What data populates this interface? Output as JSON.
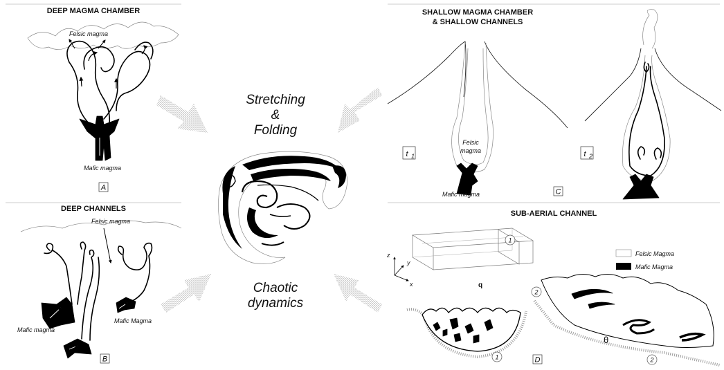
{
  "panels": {
    "a": {
      "title": "DEEP MAGMA CHAMBER",
      "felsic_label": "Felsic magma",
      "mafic_label": "Mafic magma",
      "letter": "A"
    },
    "b": {
      "title": "DEEP CHANNELS",
      "felsic_label": "Felsic magma",
      "mafic_label_left": "Mafic magma",
      "mafic_label_right": "Mafic Magma",
      "letter": "B"
    },
    "c": {
      "title_line1": "SHALLOW MAGMA CHAMBER",
      "title_line2": "& SHALLOW CHANNELS",
      "time1_base": "t",
      "time1_sub": "1",
      "time2_base": "t",
      "time2_sub": "2",
      "felsic_line1": "Felsic",
      "felsic_line2": "magma",
      "mafic_label": "Mafic magma",
      "letter": "C"
    },
    "d": {
      "title": "SUB-AERIAL CHANNEL",
      "axis_z": "z",
      "axis_y": "y",
      "axis_x": "x",
      "section1": "1",
      "section2": "2",
      "section1_bottom": "1",
      "section2_bottom": "2",
      "q_label": "q",
      "theta_label": "θ",
      "legend_felsic": "Felsic Magma",
      "legend_mafic": "Mafic Magma",
      "letter": "D"
    }
  },
  "center": {
    "top_line1": "Stretching",
    "top_line2": "&",
    "top_line3": "Folding",
    "bottom_line1": "Chaotic",
    "bottom_line2": "dynamics"
  }
}
